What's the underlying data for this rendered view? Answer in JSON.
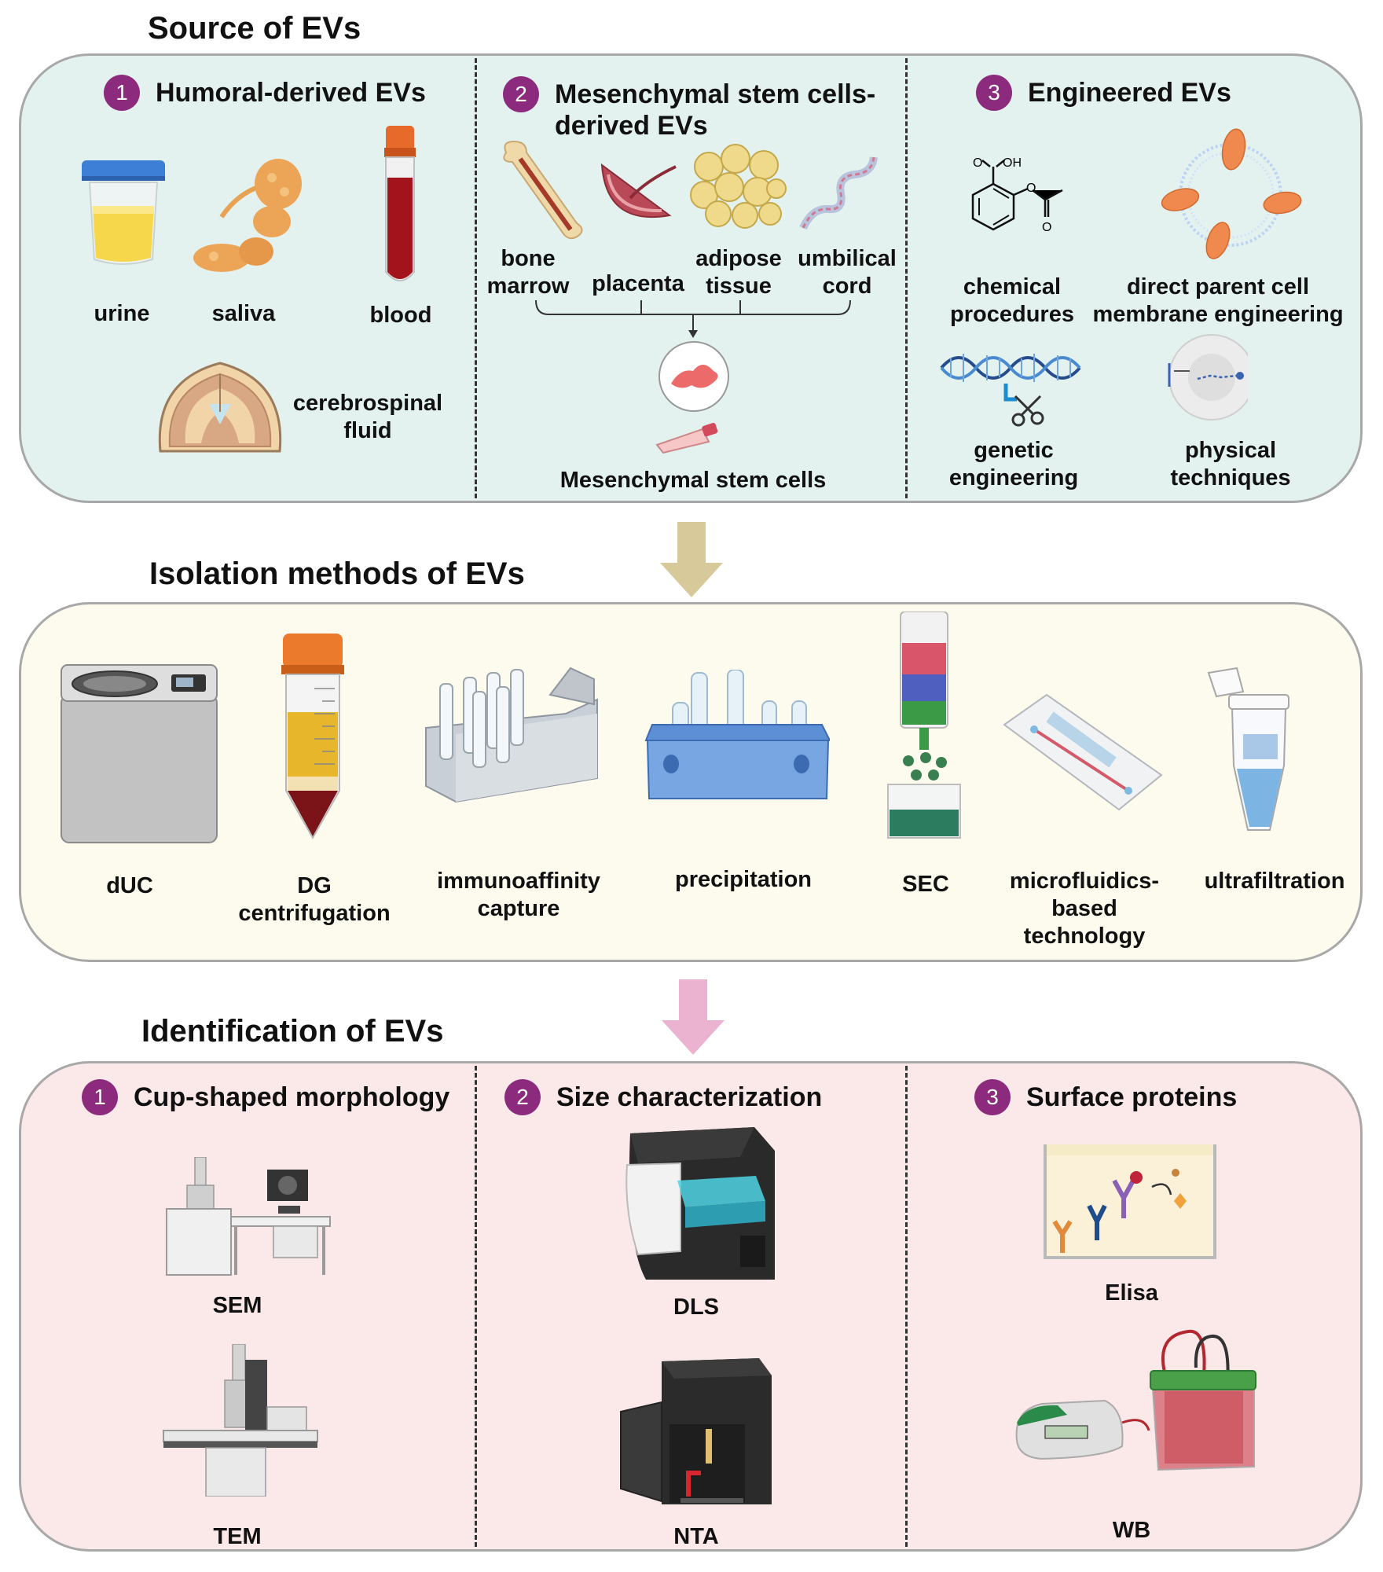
{
  "sections": {
    "source": {
      "title": "Source of EVs",
      "col1": {
        "number": "1",
        "heading": "Humoral-derived EVs",
        "items": {
          "urine": "urine",
          "saliva": "saliva",
          "blood": "blood",
          "csf": "cerebrospinal\nfluid"
        }
      },
      "col2": {
        "number": "2",
        "heading": "Mesenchymal stem cells-\nderived EVs",
        "items": {
          "bone": "bone\nmarrow",
          "placenta": "placenta",
          "adipose": "adipose\ntissue",
          "cord": "umbilical\ncord",
          "msc": "Mesenchymal stem cells"
        }
      },
      "col3": {
        "number": "3",
        "heading": "Engineered EVs",
        "items": {
          "chemical": "chemical\nprocedures",
          "membrane": "direct parent cell\nmembrane engineering",
          "genetic": "genetic\nengineering",
          "physical": "physical\ntechniques"
        },
        "chem_labels": {
          "o1": "O",
          "oh": "OH",
          "o2": "O",
          "o3": "O"
        }
      }
    },
    "isolation": {
      "title": "Isolation methods of EVs",
      "items": {
        "duc": "dUC",
        "dg": "DG\ncentrifugation",
        "immuno": "immunoaffinity\ncapture",
        "precip": "precipitation",
        "sec": "SEC",
        "micro": "microfluidics-\nbased\ntechnology",
        "ultra": "ultrafiltration"
      }
    },
    "identification": {
      "title": "Identification of EVs",
      "col1": {
        "number": "1",
        "heading": "Cup-shaped morphology",
        "items": {
          "sem": "SEM",
          "tem": "TEM"
        }
      },
      "col2": {
        "number": "2",
        "heading": "Size characterization",
        "items": {
          "dls": "DLS",
          "nta": "NTA"
        }
      },
      "col3": {
        "number": "3",
        "heading": "Surface proteins",
        "items": {
          "elisa": "Elisa",
          "wb": "WB"
        }
      }
    }
  },
  "colors": {
    "badge": "#8c2a7d",
    "panel_source": "#e3f2ef",
    "panel_isolation": "#fdfbee",
    "panel_identification": "#fbe9ea",
    "arrow_gold": "#d8c99a",
    "arrow_pink": "#ebb3cf"
  }
}
